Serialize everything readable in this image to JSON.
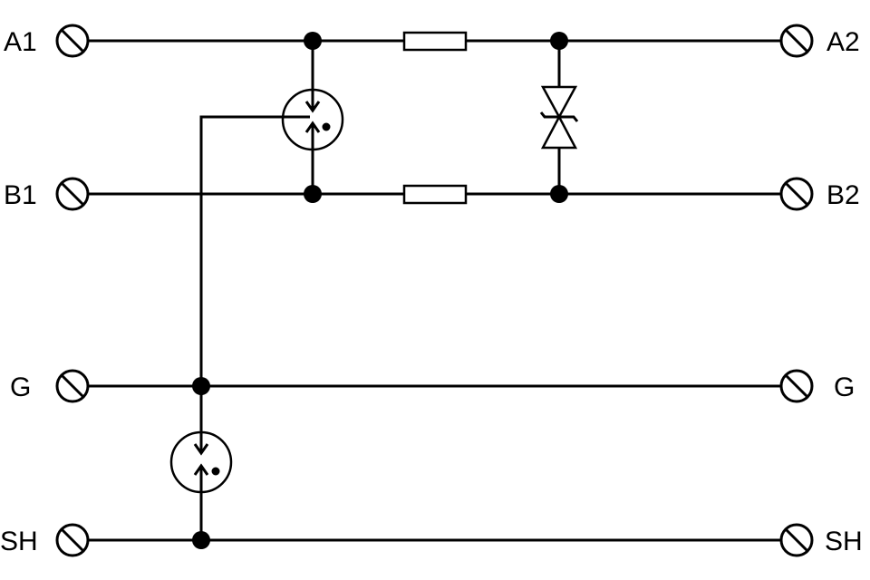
{
  "diagram": {
    "terminals": {
      "a1": "A1",
      "a2": "A2",
      "b1": "B1",
      "b2": "B2",
      "g_left": "G",
      "g_right": "G",
      "sh_left": "SH",
      "sh_right": "SH"
    },
    "components": [
      "resistor",
      "resistor",
      "gas-discharge-tube",
      "gas-discharge-tube",
      "bidirectional-tvs-diode"
    ],
    "colors": {
      "line": "#000000",
      "background": "#ffffff"
    }
  }
}
